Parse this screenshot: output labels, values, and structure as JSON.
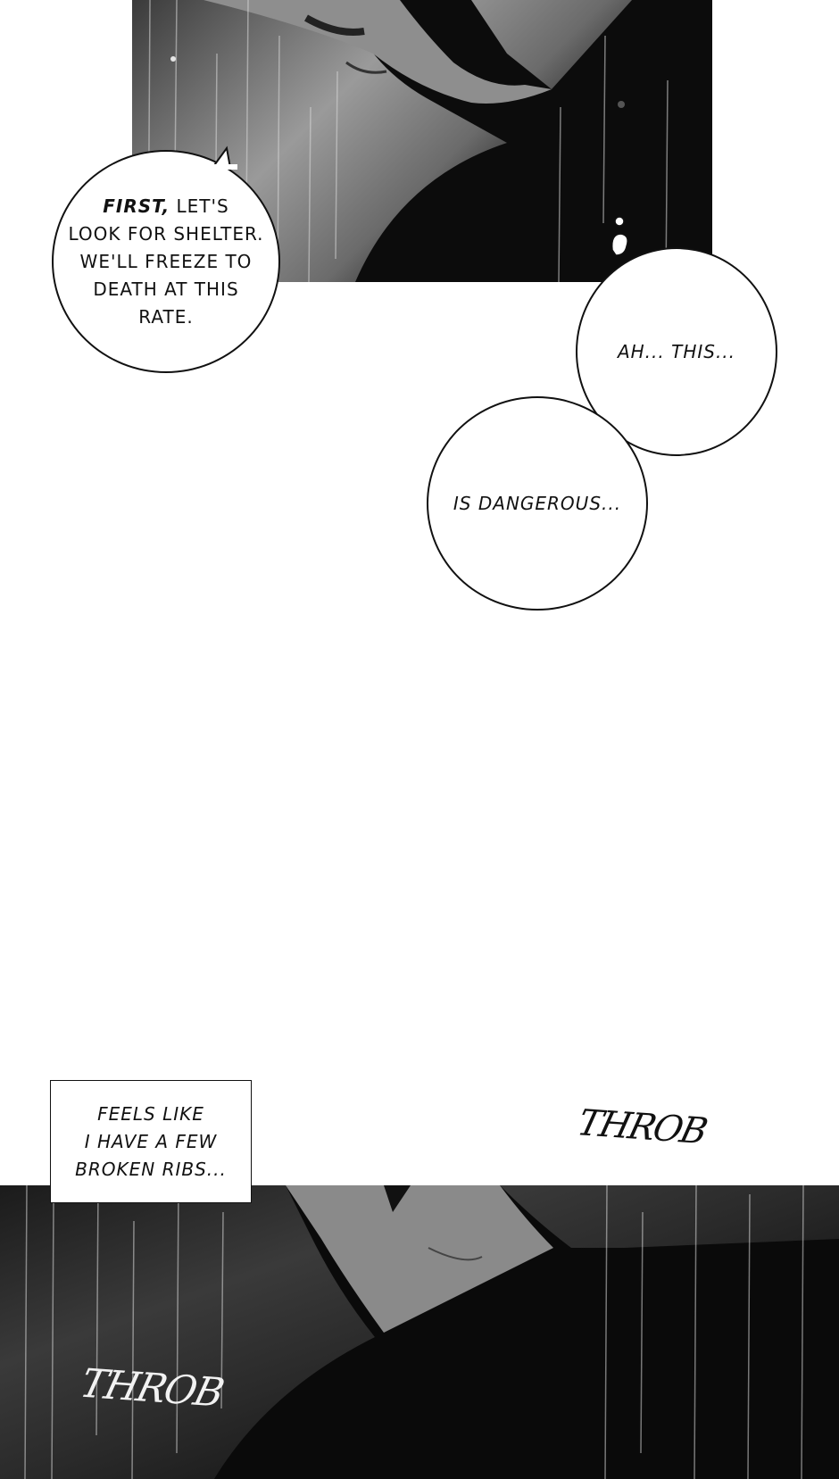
{
  "bubbles": {
    "shelter": {
      "bold": "FIRST,",
      "rest": "LET'S",
      "lines": [
        "LOOK FOR SHELTER.",
        "WE'LL FREEZE TO",
        "DEATH AT THIS",
        "RATE."
      ]
    },
    "ah_this": "AH... THIS...",
    "dangerous": "IS DANGEROUS..."
  },
  "caption": {
    "lines": [
      "FEELS LIKE",
      "I HAVE A FEW",
      "BROKEN RIBS..."
    ]
  },
  "sfx": {
    "throb_top": "THROB",
    "throb_bottom": "THROB"
  },
  "colors": {
    "ink": "#111111",
    "paper": "#ffffff"
  }
}
